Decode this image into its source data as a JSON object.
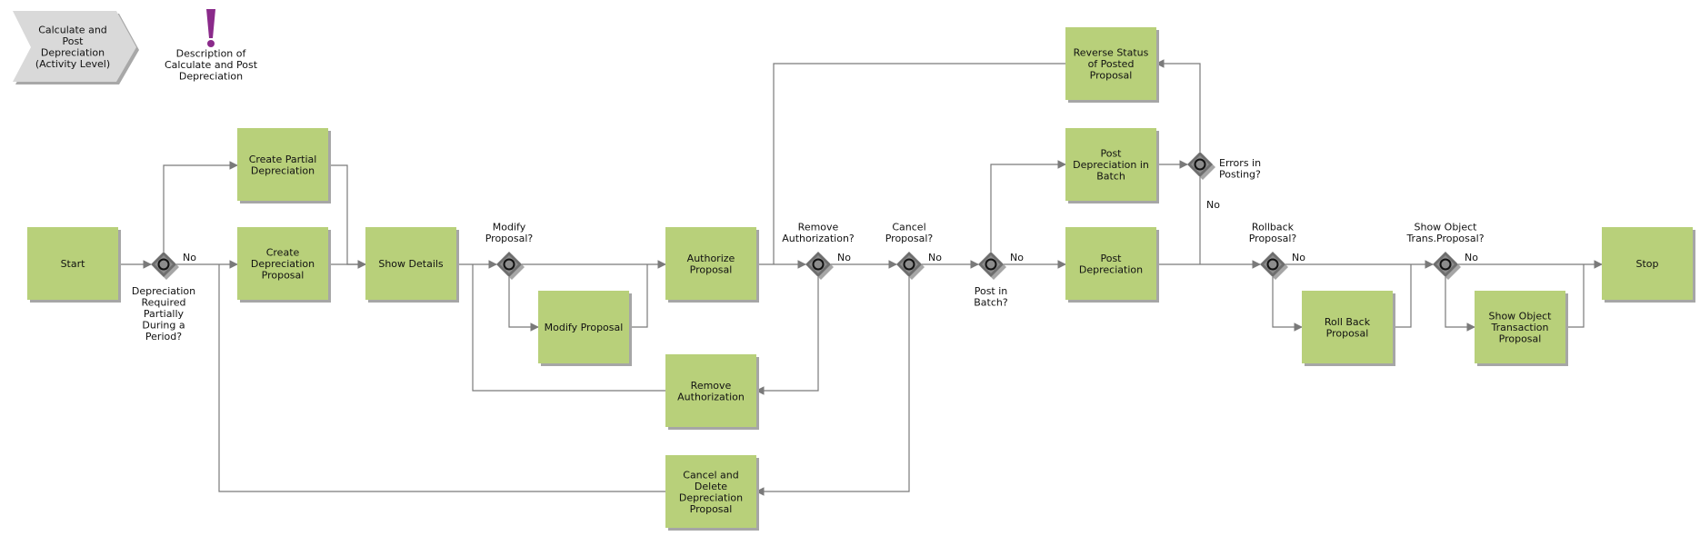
{
  "header": {
    "activity": [
      "Calculate and",
      "Post",
      "Depreciation",
      "(Activity Level)"
    ],
    "description": [
      "Description of",
      "Calculate and Post",
      "Depreciation"
    ]
  },
  "boxes": {
    "start": [
      "Start"
    ],
    "create_partial": [
      "Create Partial",
      "Depreciation"
    ],
    "create_proposal": [
      "Create",
      "Depreciation",
      "Proposal"
    ],
    "show_details": [
      "Show Details"
    ],
    "modify_proposal": [
      "Modify Proposal"
    ],
    "authorize": [
      "Authorize",
      "Proposal"
    ],
    "remove_auth": [
      "Remove",
      "Authorization"
    ],
    "cancel_delete": [
      "Cancel and",
      "Delete",
      "Depreciation",
      "Proposal"
    ],
    "reverse_status": [
      "Reverse Status",
      "of Posted",
      "Proposal"
    ],
    "post_batch": [
      "Post",
      "Depreciation in",
      "Batch"
    ],
    "post_depr": [
      "Post",
      "Depreciation"
    ],
    "roll_back": [
      "Roll Back",
      "Proposal"
    ],
    "show_object": [
      "Show Object",
      "Transaction",
      "Proposal"
    ],
    "stop": [
      "Stop"
    ]
  },
  "gateways": {
    "g1": [
      "Depreciation",
      "Required",
      "Partially",
      "During a",
      "Period?"
    ],
    "g2": [
      "Modify",
      "Proposal?"
    ],
    "g3": [
      "Remove",
      "Authorization?"
    ],
    "g4": [
      "Cancel",
      "Proposal?"
    ],
    "g5": [
      "Post in",
      "Batch?"
    ],
    "g6": [
      "Errors in",
      "Posting?"
    ],
    "g7": [
      "Rollback",
      "Proposal?"
    ],
    "g8": [
      "Show Object",
      "Trans.Proposal?"
    ]
  },
  "flow_labels": {
    "no": "No"
  },
  "colors": {
    "task": "#b8d07a",
    "gateway": "#6e6e6e",
    "activity_chevron": "#d9d9d9",
    "description_mark": "#8a2a8a",
    "connector": "#7a7a7a"
  }
}
